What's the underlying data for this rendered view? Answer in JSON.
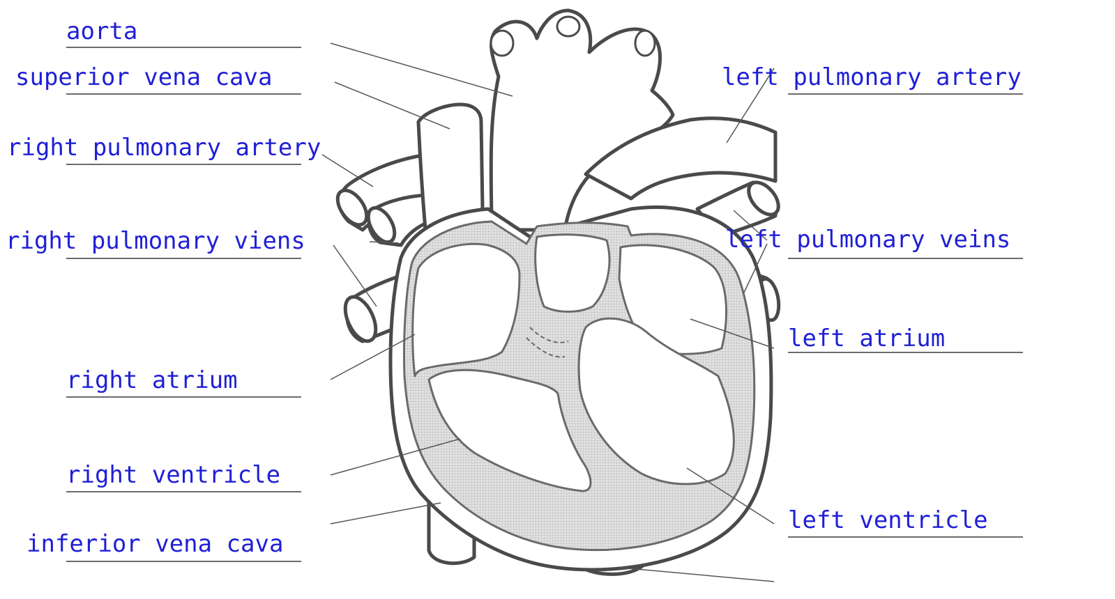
{
  "labels": {
    "aorta": "aorta",
    "superior_vena_cava": "superior vena cava",
    "right_pulmonary_artery": "right pulmonary artery",
    "right_pulmonary_viens": "right pulmonary viens",
    "right_atrium": "right atrium",
    "right_ventricle": "right ventricle",
    "inferior_vena_cava": "inferior vena cava",
    "left_pulmonary_artery": "left pulmonary artery",
    "left_pulmonary_veins": "left pulmonary veins",
    "left_atrium": "left atrium",
    "left_ventricle": "left ventricle"
  },
  "colors": {
    "label_text": "#1f1fd6",
    "outline": "#4a4a4a",
    "muscle_fill": "#d9d9d9"
  }
}
